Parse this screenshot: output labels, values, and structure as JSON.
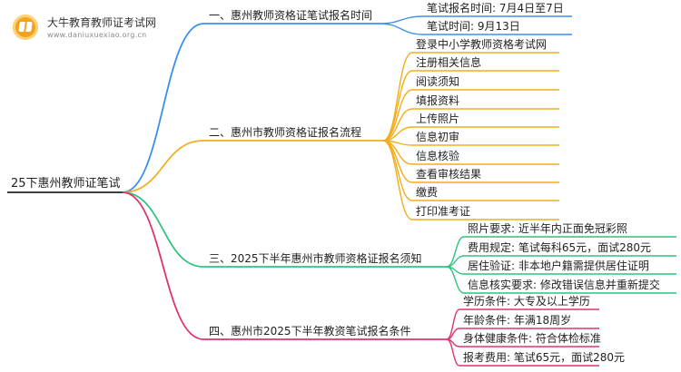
{
  "logo": {
    "name": "大牛教育教师证考试网",
    "site": "www.daniuxuexiao.org.cn"
  },
  "colors": {
    "root_line": "#3d3d3d",
    "branch1": "#3b8ff0",
    "branch2": "#f2ae1c",
    "branch3": "#2fc27f",
    "branch4": "#e0336e"
  },
  "root": "25下惠州教师证笔试",
  "branches": [
    {
      "label": "一、惠州教师资格证笔试报名时间",
      "color_key": "branch1",
      "children": [
        "笔试报名时间: 7月4日至7日",
        "笔试时间: 9月13日"
      ]
    },
    {
      "label": "二、惠州市教师资格证报名流程",
      "color_key": "branch2",
      "children": [
        "登录中小学教师资格考试网",
        "注册相关信息",
        "阅读须知",
        "填报资料",
        "上传照片",
        "信息初审",
        "信息核验",
        "查看审核结果",
        "缴费",
        "打印准考证"
      ]
    },
    {
      "label": "三、2025下半年惠州市教师资格证报名须知",
      "color_key": "branch3",
      "children": [
        "照片要求: 近半年内正面免冠彩照",
        "费用规定: 笔试每科65元，面试280元",
        "居住验证: 非本地户籍需提供居住证明",
        "信息核实要求: 修改错误信息并重新提交"
      ]
    },
    {
      "label": "四、惠州市2025下半年教资笔试报名条件",
      "color_key": "branch4",
      "children": [
        "学历条件: 大专及以上学历",
        "年龄条件: 年满18周岁",
        "身体健康条件: 符合体检标准",
        "报考费用: 笔试65元，面试280元"
      ]
    }
  ]
}
